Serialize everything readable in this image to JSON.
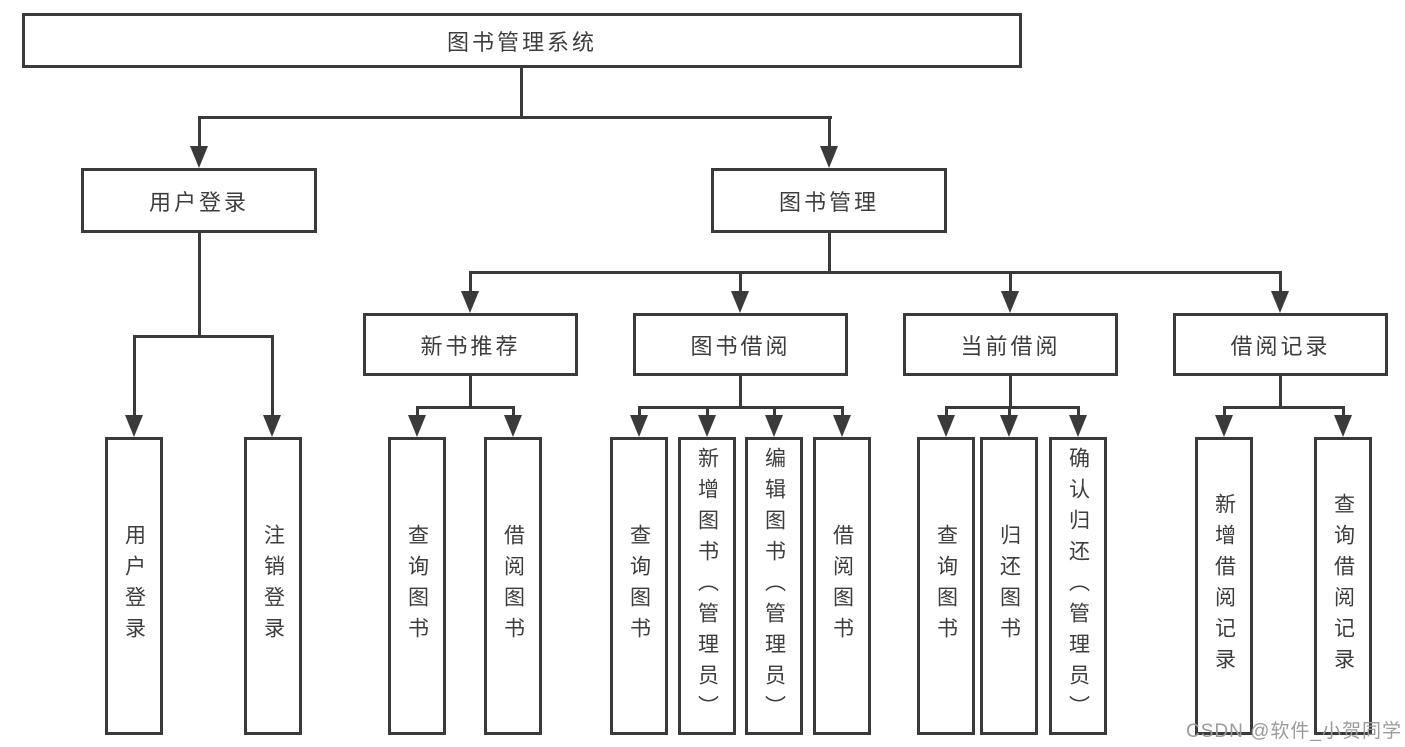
{
  "nodes": {
    "root": "图书管理系统",
    "login": "用户登录",
    "mgmt": "图书管理",
    "recommend": "新书推荐",
    "borrow": "图书借阅",
    "current": "当前借阅",
    "records": "借阅记录",
    "login_leaf": "用户登录",
    "logout_leaf": "注销登录",
    "rec_query": "查询图书",
    "rec_borrow": "借阅图书",
    "bor_query": "查询图书",
    "bor_add": "新增图书（管理员）",
    "bor_edit": "编辑图书（管理员）",
    "bor_borrow": "借阅图书",
    "cur_query": "查询图书",
    "cur_return": "归还图书",
    "cur_confirm": "确认归还（管理员）",
    "hist_add": "新增借阅记录",
    "hist_query": "查询借阅记录"
  },
  "hierarchy": {
    "图书管理系统": {
      "用户登录": [
        "用户登录",
        "注销登录"
      ],
      "图书管理": {
        "新书推荐": [
          "查询图书",
          "借阅图书"
        ],
        "图书借阅": [
          "查询图书",
          "新增图书（管理员）",
          "编辑图书（管理员）",
          "借阅图书"
        ],
        "当前借阅": [
          "查询图书",
          "归还图书",
          "确认归还（管理员）"
        ],
        "借阅记录": [
          "新增借阅记录",
          "查询借阅记录"
        ]
      }
    }
  },
  "watermark": "CSDN @软件_小贺同学",
  "colors": {
    "line": "#3a3a3a",
    "text": "#3d3d3d",
    "watermark": "#9b9b9b",
    "background": "#ffffff"
  }
}
